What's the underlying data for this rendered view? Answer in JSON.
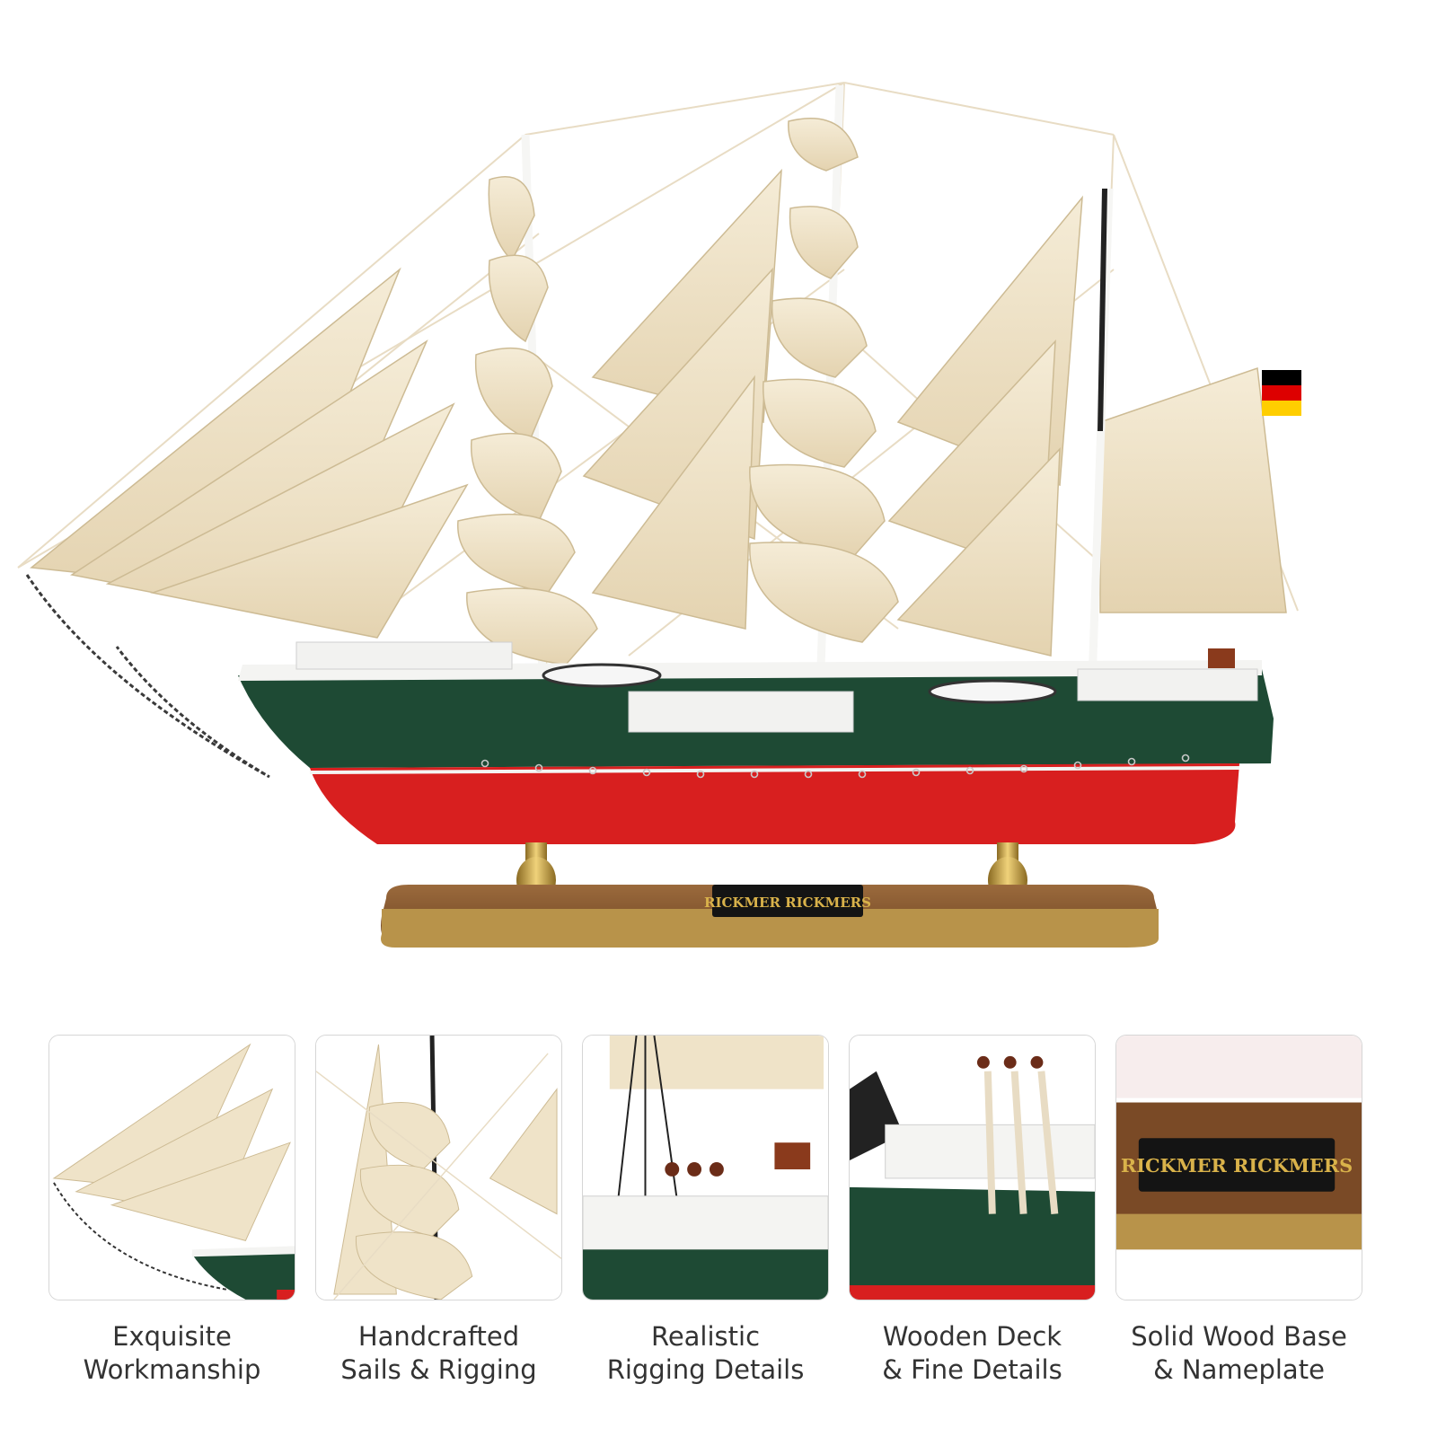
{
  "product": {
    "nameplate": "RICKMER RICKMERS",
    "flag": "german-flag"
  },
  "colors": {
    "sail": "#efe3c8",
    "sail_shade": "#d9c9a6",
    "hull_green": "#1e4a34",
    "hull_red": "#d81f1f",
    "deck_white": "#f4f4f2",
    "base_wood": "#8a5a32",
    "base_gold": "#b8934a",
    "plate_black": "#141414",
    "plate_gold": "#d9b24a"
  },
  "features": [
    {
      "line1": "Exquisite",
      "line2": "Workmanship",
      "thumb": "bow-jib-sails"
    },
    {
      "line1": "Handcrafted",
      "line2": "Sails & Rigging",
      "thumb": "square-sails"
    },
    {
      "line1": "Realistic",
      "line2": "Rigging Details",
      "thumb": "stern-rigging"
    },
    {
      "line1": "Wooden Deck",
      "line2": "& Fine Details",
      "thumb": "deck-deadeyes"
    },
    {
      "line1": "Solid Wood Base",
      "line2": "& Nameplate",
      "thumb": "nameplate"
    }
  ]
}
